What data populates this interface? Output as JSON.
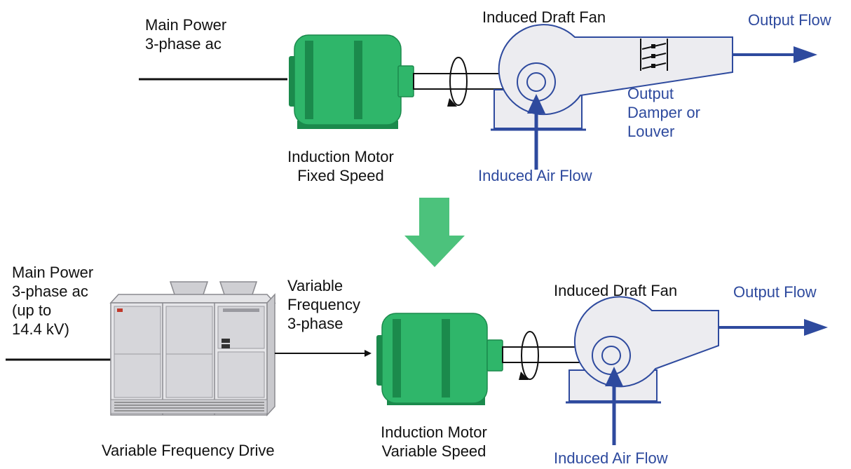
{
  "colors": {
    "motor_green": "#2fb66a",
    "motor_dark": "#1b8a4c",
    "fan_fill": "#ececf0",
    "fan_stroke": "#2e4a9e",
    "flow_blue": "#2e4a9e",
    "arrow_green": "#4cc27c",
    "text": "#111111"
  },
  "top": {
    "main_power": [
      "Main Power",
      "3-phase ac"
    ],
    "motor_label": [
      "Induction Motor",
      "Fixed Speed"
    ],
    "fan_label": "Induced Draft Fan",
    "output_flow": "Output Flow",
    "damper_label": [
      "Output",
      "Damper or",
      "Louver"
    ],
    "air_flow": "Induced Air Flow"
  },
  "bottom": {
    "main_power": [
      "Main Power",
      "3-phase ac",
      "(up to",
      "14.4 kV)"
    ],
    "vfd_label": "Variable Frequency Drive",
    "vf_label": [
      "Variable",
      "Frequency",
      "3-phase"
    ],
    "motor_label": [
      "Induction Motor",
      "Variable Speed"
    ],
    "fan_label": "Induced Draft Fan",
    "output_flow": "Output Flow",
    "air_flow": "Induced Air Flow"
  }
}
